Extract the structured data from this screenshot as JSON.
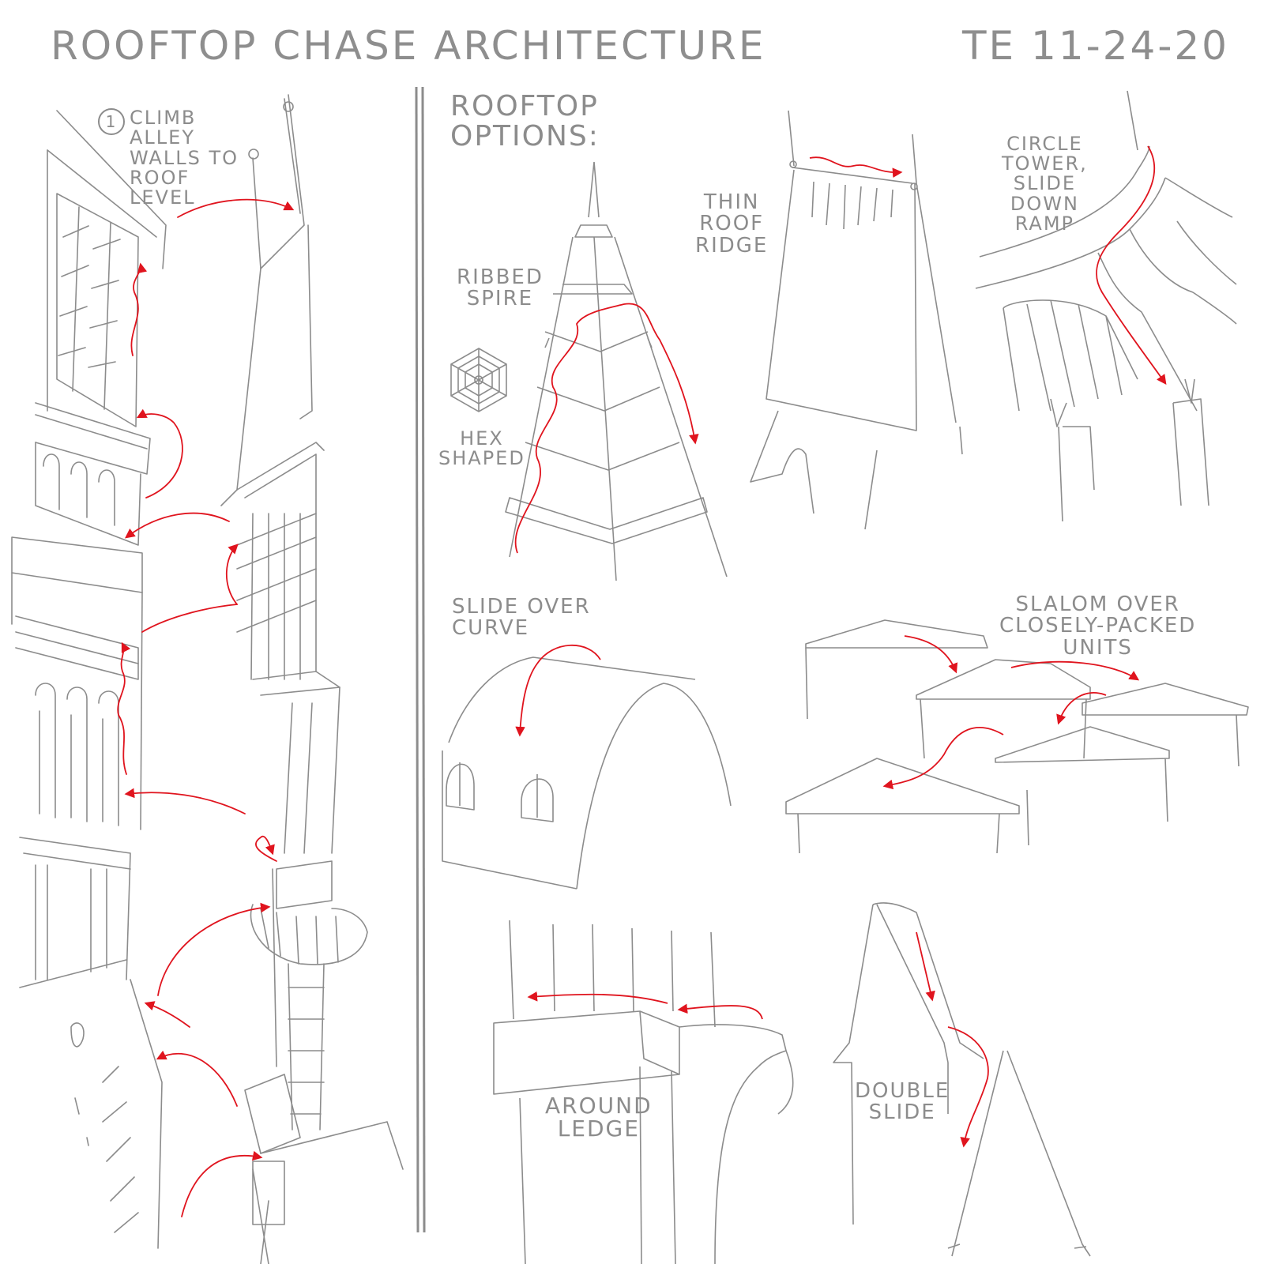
{
  "title": "Rooftop Chase Architecture",
  "signature": "TE 11-24-20",
  "alley": {
    "step_number": "1",
    "label": "Climb\nAlley\nWalls to\nRoof\nLevel"
  },
  "rooftop_options": {
    "heading": "Rooftop\nOptions:",
    "ribbed_spire": "Ribbed\nSpire",
    "hex_shaped": "Hex\nShaped",
    "thin_roof_ridge": "Thin\nRoof\nRidge",
    "circle_tower": "Circle\nTower,\nSlide\nDown\nRamp",
    "slide_over_curve": "Slide Over\nCurve",
    "slalom": "Slalom Over\nClosely-Packed\nUnits",
    "around_ledge": "Around\nLedge",
    "double_slide": "Double\nSlide"
  },
  "colors": {
    "sketch_line": "#8c8c8c",
    "path_arrow": "#e0141e",
    "paper": "#ffffff"
  }
}
